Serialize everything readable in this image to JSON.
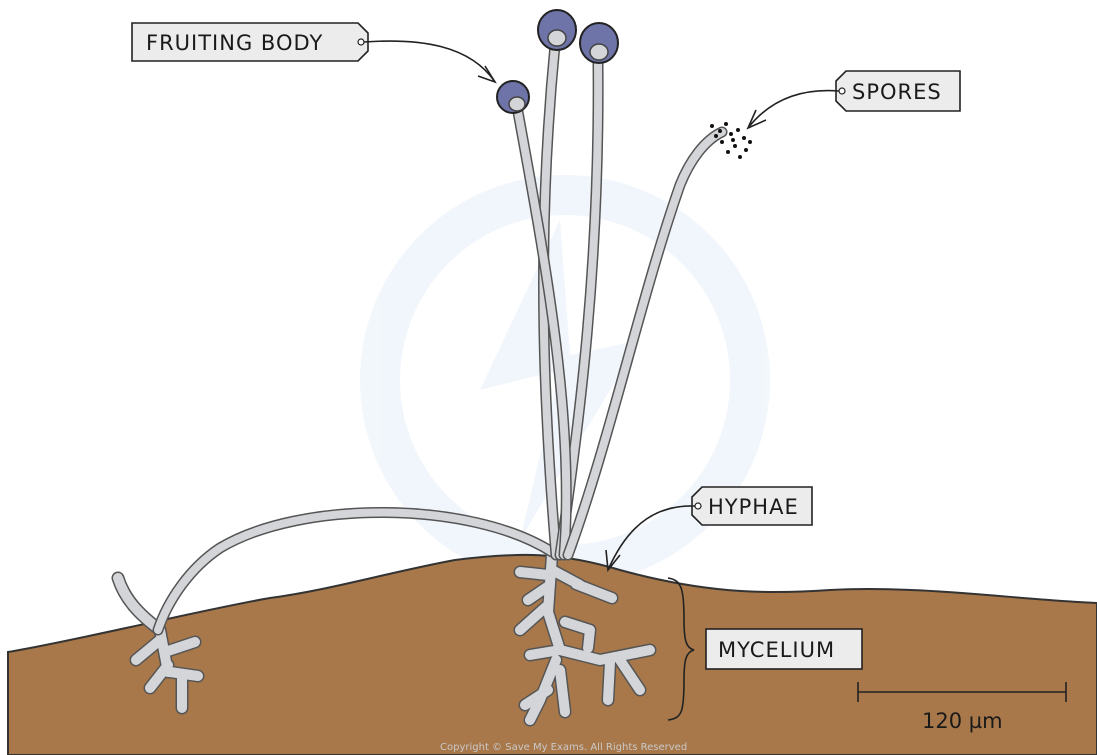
{
  "labels": {
    "fruiting_body": "FRUITING BODY",
    "spores": "SPORES",
    "hyphae": "HYPHAE",
    "mycelium": "MYCELIUM"
  },
  "scale_bar": {
    "label": "120 µm"
  },
  "copyright": "Copyright © Save My Exams. All Rights Reserved",
  "colors": {
    "soil": "#a8784a",
    "hypha": "#d3d5d8",
    "sporangium": "#6e74a8",
    "outline": "#333333"
  }
}
